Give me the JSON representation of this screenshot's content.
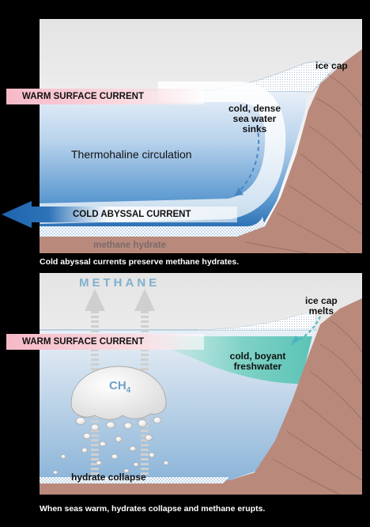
{
  "top_panel": {
    "warm_current": "WARM SURFACE CURRENT",
    "ice_cap": "ice cap",
    "sinks_label": [
      "cold, dense",
      "sea water",
      "sinks"
    ],
    "circulation": "Thermohaline circulation",
    "cold_current": "COLD ABYSSAL CURRENT",
    "hydrate": "methane hydrate",
    "caption": "Cold abyssal currents preserve methane hydrates."
  },
  "bottom_panel": {
    "methane": "METHANE",
    "ice_cap_melts": [
      "ice cap",
      "melts"
    ],
    "warm_current": "WARM SURFACE CURRENT",
    "freshwater": [
      "cold, boyant",
      "freshwater"
    ],
    "ch4": "CH",
    "ch4_sub": "4",
    "hydrate_collapse": "hydrate collapse",
    "caption": "When seas warm, hydrates collapse and methane erupts."
  },
  "colors": {
    "sky": "#f2f2f2",
    "ocean_top": "#c9dff2",
    "ocean_deep": "#2f7ac0",
    "land": "#b98a7c",
    "warm_banner": "#f7c6d0",
    "cold_arrow": "#1d64ad",
    "methane_text": "#7fb0cf"
  }
}
